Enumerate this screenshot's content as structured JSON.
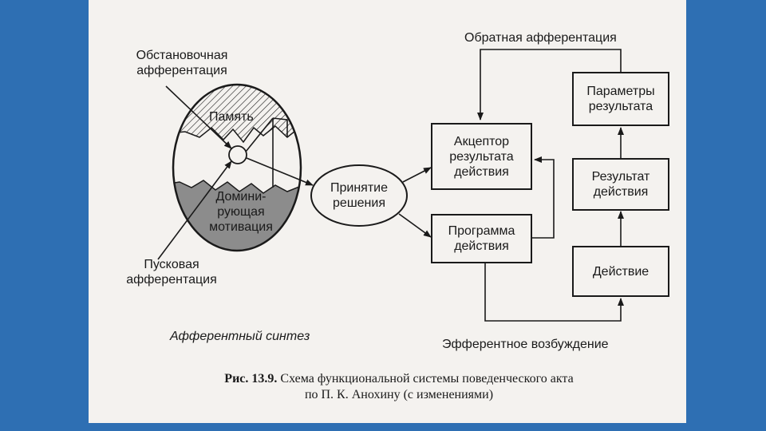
{
  "labels": {
    "situational_afferentation": "Обстановочная\nафферентация",
    "memory": "Память",
    "dominant_motivation": "Домини-\nрующая\nмотивация",
    "trigger_afferentation": "Пусковая\nафферентация",
    "afferent_synthesis": "Афферентный синтез",
    "decision": "Принятие\nрешения",
    "feedback_afferentation": "Обратная афферентация",
    "efferent_excitation": "Эфферентное возбуждение"
  },
  "boxes": {
    "acceptor": "Акцептор\nрезультата\nдействия",
    "program": "Программа\nдействия",
    "result_parameters": "Параметры\nрезультата",
    "action_result": "Результат\nдействия",
    "action": "Действие"
  },
  "caption": {
    "prefix": "Рис. 13.9.",
    "line1": "Схема  функциональной системы поведенческого акта",
    "line2": "по П. К. Анохину (с изменениями)"
  },
  "colors": {
    "background": "#2e6fb3",
    "paper": "#f4f2ef",
    "motivation_fill": "#8c8c8c",
    "ink": "#1a1a1a"
  }
}
